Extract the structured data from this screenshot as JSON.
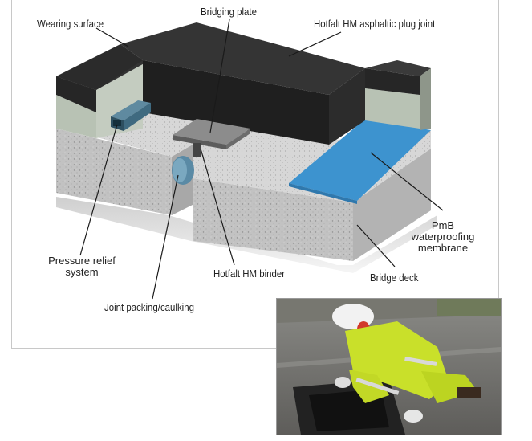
{
  "labels": {
    "wearing_surface": "Wearing surface",
    "bridging_plate": "Bridging plate",
    "plug_joint": "Hotfalt HM asphaltic plug joint",
    "pressure_relief_line1": "Pressure relief",
    "pressure_relief_line2": "system",
    "binder": "Hotfalt HM binder",
    "membrane_line1": "PmB",
    "membrane_line2": "waterproofing",
    "membrane_line3": "membrane",
    "bridge_deck": "Bridge deck",
    "joint_packing": "Joint packing/caulking"
  },
  "colors": {
    "asphalt": "#262626",
    "concrete": "#c9c9c9",
    "membrane": "#3d93cf",
    "hi_vis": "#c9e02a"
  },
  "photo": {
    "subject": "worker-installing-joint"
  }
}
